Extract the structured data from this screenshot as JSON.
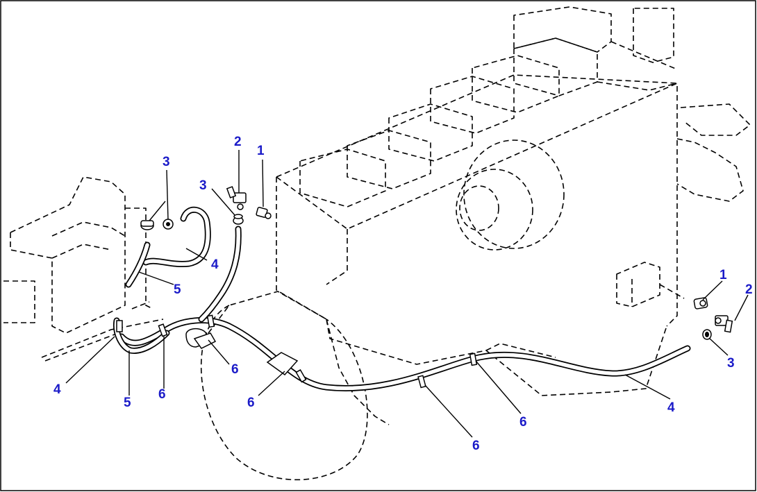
{
  "diagram": {
    "callouts": [
      {
        "id": "c1a",
        "text": "1"
      },
      {
        "id": "c2a",
        "text": "2"
      },
      {
        "id": "c3a",
        "text": "3"
      },
      {
        "id": "c3b",
        "text": "3"
      },
      {
        "id": "c4a",
        "text": "4"
      },
      {
        "id": "c5a",
        "text": "5"
      },
      {
        "id": "c4b",
        "text": "4"
      },
      {
        "id": "c5b",
        "text": "5"
      },
      {
        "id": "c6a",
        "text": "6"
      },
      {
        "id": "c6b",
        "text": "6"
      },
      {
        "id": "c6c",
        "text": "6"
      },
      {
        "id": "c6d",
        "text": "6"
      },
      {
        "id": "c6e",
        "text": "6"
      },
      {
        "id": "c4c",
        "text": "4"
      },
      {
        "id": "c1b",
        "text": "1"
      },
      {
        "id": "c2b",
        "text": "2"
      },
      {
        "id": "c3c",
        "text": "3"
      }
    ],
    "colors": {
      "callout": "#1a1ac8",
      "line": "#000000",
      "background": "#ffffff"
    }
  }
}
